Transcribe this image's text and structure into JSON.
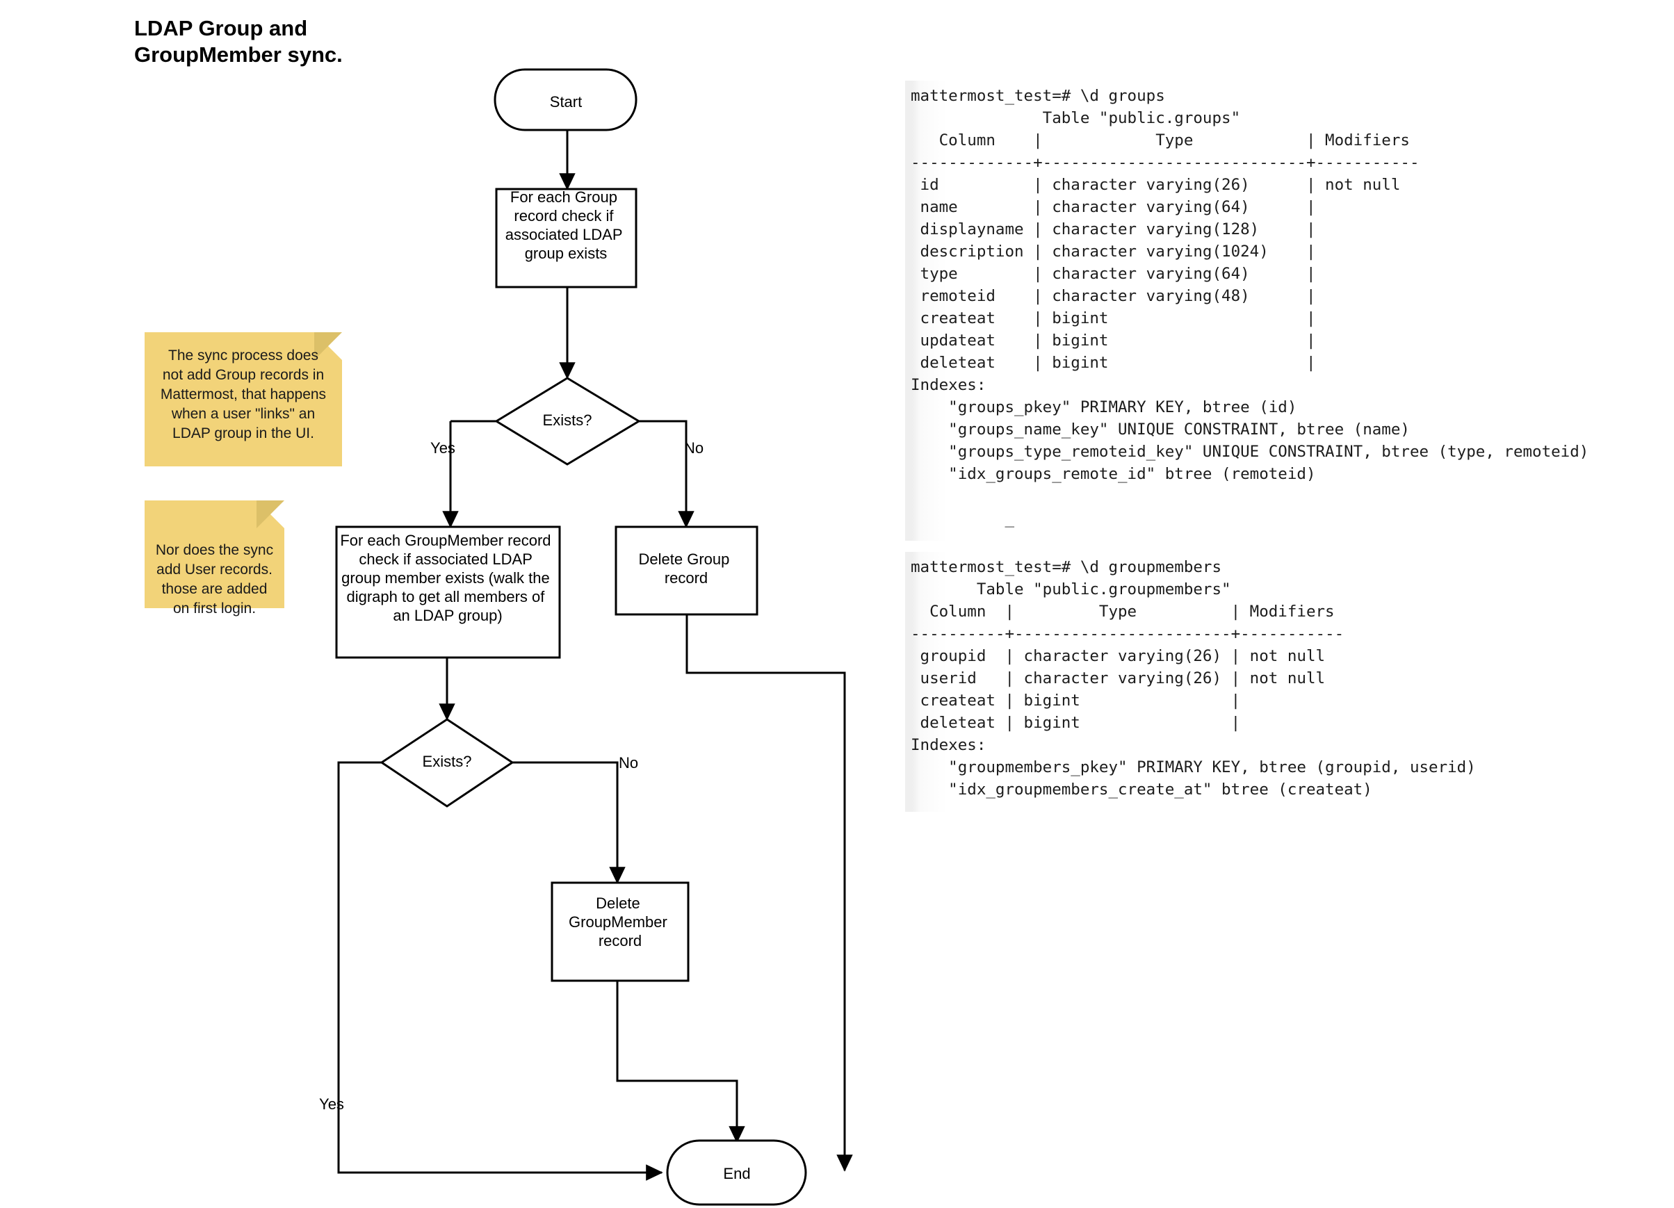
{
  "title": "LDAP Group and\nGroupMember sync.",
  "flowchart": {
    "nodes": {
      "start": "Start",
      "check_group": "For each Group\nrecord check if\nassociated LDAP\ngroup exists",
      "exists_1": "Exists?",
      "check_member": "For each GroupMember record\ncheck if associated LDAP\ngroup member exists (walk the\ndigraph to get all members of\nan LDAP group)",
      "delete_group": "Delete Group\nrecord",
      "exists_2": "Exists?",
      "delete_groupmember": "Delete\nGroupMember\nrecord",
      "end": "End"
    },
    "edge_labels": {
      "yes_1": "Yes",
      "no_1": "No",
      "no_2": "No",
      "yes_2": "Yes"
    }
  },
  "sticky_notes": [
    {
      "text": "The sync process does\nnot add Group records in\nMattermost, that happens\nwhen a user \"links\" an\nLDAP group in the UI.",
      "color": "#F2D379",
      "fold_color": "#DCC068"
    },
    {
      "text": "Nor does the sync\nadd User records.\nthose are added\non first login.",
      "color": "#F2D379",
      "fold_color": "#DCC068"
    }
  ],
  "terminals": [
    {
      "name": "groups-table",
      "lines": [
        "mattermost_test=# \\d groups",
        "              Table \"public.groups\"",
        "   Column    |            Type            | Modifiers",
        "-------------+----------------------------+-----------",
        " id          | character varying(26)      | not null",
        " name        | character varying(64)      |",
        " displayname | character varying(128)     |",
        " description | character varying(1024)    |",
        " type        | character varying(64)      |",
        " remoteid    | character varying(48)      |",
        " createat    | bigint                     |",
        " updateat    | bigint                     |",
        " deleteat    | bigint                     |",
        "Indexes:",
        "    \"groups_pkey\" PRIMARY KEY, btree (id)",
        "    \"groups_name_key\" UNIQUE CONSTRAINT, btree (name)",
        "    \"groups_type_remoteid_key\" UNIQUE CONSTRAINT, btree (type, remoteid)",
        "    \"idx_groups_remote_id\" btree (remoteid)",
        "",
        "          _"
      ]
    },
    {
      "name": "groupmembers-table",
      "lines": [
        "mattermost_test=# \\d groupmembers",
        "       Table \"public.groupmembers\"",
        "  Column  |         Type          | Modifiers",
        "----------+-----------------------+-----------",
        " groupid  | character varying(26) | not null",
        " userid   | character varying(26) | not null",
        " createat | bigint                |",
        " deleteat | bigint                |",
        "Indexes:",
        "    \"groupmembers_pkey\" PRIMARY KEY, btree (groupid, userid)",
        "    \"idx_groupmembers_create_at\" btree (createat)"
      ]
    }
  ]
}
